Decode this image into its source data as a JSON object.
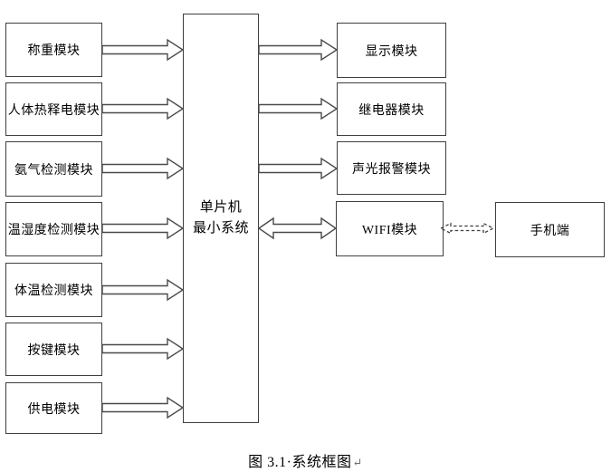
{
  "diagram": {
    "left_modules": [
      {
        "label": "称重模块"
      },
      {
        "label": "人体热释电模块"
      },
      {
        "label": "氨气检测模块"
      },
      {
        "label": "温湿度检测模块"
      },
      {
        "label": "体温检测模块"
      },
      {
        "label": "按键模块"
      },
      {
        "label": "供电模块"
      }
    ],
    "center_module": {
      "line1": "单片机",
      "line2": "最小系统"
    },
    "right_modules": [
      {
        "label": "显示模块"
      },
      {
        "label": "继电器模块"
      },
      {
        "label": "声光报警模块"
      },
      {
        "label": "WIFI模块"
      }
    ],
    "phone": {
      "label": "手机端"
    },
    "caption": {
      "text": "图 3.1·系统框图",
      "return_mark": "↵"
    },
    "colors": {
      "background": "#ffffff",
      "box_border": "#3f3f3f",
      "arrow_outline": "#4a4a4a",
      "text": "#000000"
    }
  }
}
